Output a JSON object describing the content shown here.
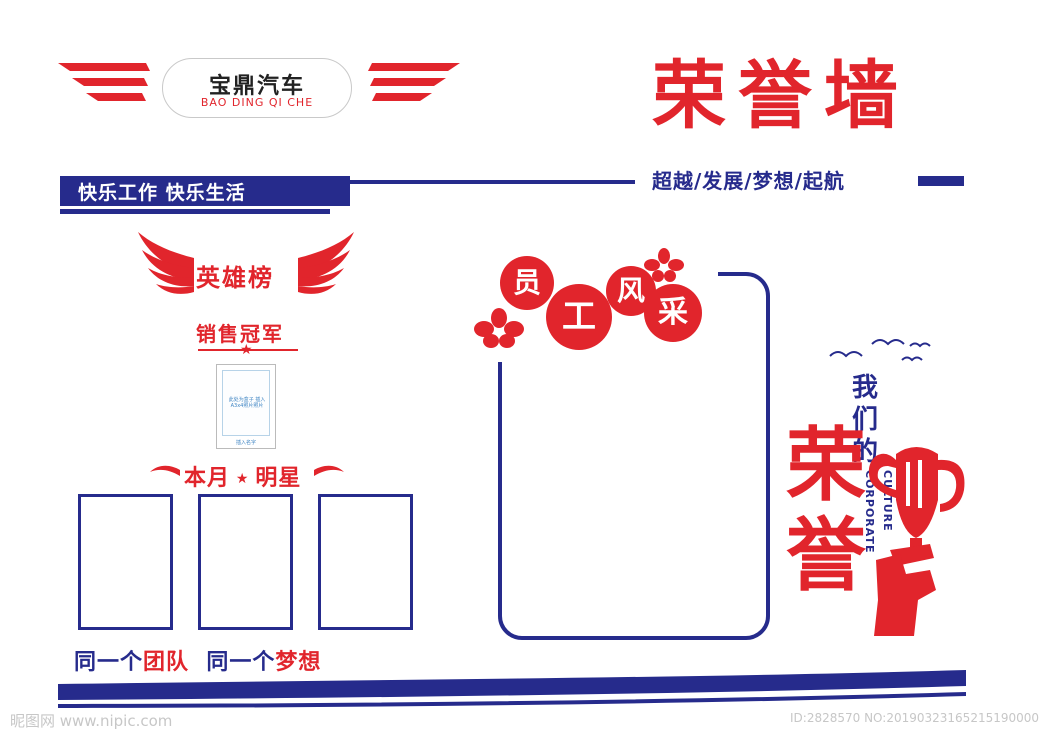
{
  "header": {
    "logo_cn": "宝鼎汽车",
    "logo_en": "BAO DING QI CHE",
    "title": "荣誉墙",
    "band_left": "快乐工作 快乐生活",
    "band_right": "超越/发展/梦想/起航"
  },
  "left_section": {
    "hero_title": "英雄榜",
    "sales_title": "销售冠军",
    "photo_text": "此处为盒子 插入A3x4照片照片",
    "photo_name": "插入名字",
    "monthly_title_a": "本月",
    "monthly_title_b": "明星",
    "slogan_part1": "同一个",
    "slogan_part2": "团队",
    "slogan_part3": "同一个",
    "slogan_part4": "梦想"
  },
  "center_section": {
    "chars": [
      "员",
      "工",
      "风",
      "采"
    ]
  },
  "right_section": {
    "vertical_cn": "我们的",
    "vertical_en_1": "CULTURE",
    "vertical_en_2": "CORPORATE",
    "calligraphy": "荣誉"
  },
  "footer": {
    "watermark": "昵图网 www.nipic.com",
    "watermark_id": "ID:2828570 NO:20190323165215190000"
  },
  "colors": {
    "accent_red": "#e1252c",
    "accent_blue": "#262b8c"
  }
}
